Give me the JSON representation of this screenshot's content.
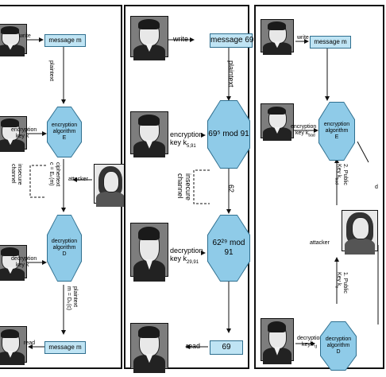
{
  "left_panel": {
    "write_label": "write",
    "message_box": "message m",
    "plaintext_label": "plaintext",
    "enc_key_label_1": "encryption",
    "enc_key_label_2": "key k",
    "enc_alg_1": "encryption",
    "enc_alg_2": "algorithm",
    "enc_alg_3": "E",
    "ciphertext_1": "ciphertext",
    "ciphertext_2": "c = Eₖ(m)",
    "insecure_1": "insecure",
    "insecure_2": "channel",
    "attacker_label": "attacker",
    "dec_key_label_1": "decryption",
    "dec_key_label_2": "key k",
    "dec_alg_1": "decryption",
    "dec_alg_2": "algorithm",
    "dec_alg_3": "D",
    "plaintext2_1": "plaintext",
    "plaintext2_2": "m = Dₖ(c)",
    "read_label": "read",
    "read_box": "message m"
  },
  "mid_panel": {
    "write_label": "write",
    "message_box": "message 69",
    "plaintext_label": "plaintext",
    "enc_key_label_1": "encryption",
    "enc_key_label_2": "key k",
    "enc_key_sub": "5,91",
    "enc_alg_1": "69⁵ mod 91",
    "insecure_1": "insecure",
    "insecure_2": "channel",
    "cipher_value": "62",
    "dec_key_label_1": "decryption",
    "dec_key_label_2": "key k",
    "dec_key_sub": "29,91",
    "dec_alg_1": "62²⁹ mod 91",
    "read_label": "read",
    "read_box": "69"
  },
  "right_panel": {
    "write_label": "write",
    "message_box": "message m",
    "enc_key_label_1": "encryption",
    "enc_key_label_2": "key k",
    "enc_key_sub": "bad",
    "enc_alg_1": "encryption",
    "enc_alg_2": "algorithm",
    "enc_alg_3": "E",
    "public_key_2_1": "2. Public",
    "public_key_2_2": "Key k",
    "public_key_2_sub": "bad",
    "attacker_label": "attacker",
    "cut_label": "d",
    "public_key_1_1": "1. Public",
    "public_key_1_2": "Key k",
    "public_key_1_sub": "e",
    "dec_key_label_1": "decryption",
    "dec_key_label_2": "key k",
    "dec_key_sub": "d",
    "dec_alg_1": "decryption",
    "dec_alg_2": "algorithm",
    "dec_alg_3": "D"
  },
  "icons": {
    "person": "person-portrait-icon",
    "attacker": "attacker-portrait-icon"
  },
  "colors": {
    "box_fill": "#bfe4f4",
    "octagon_fill": "#8fcbe8",
    "border": "#2f6f8f"
  }
}
